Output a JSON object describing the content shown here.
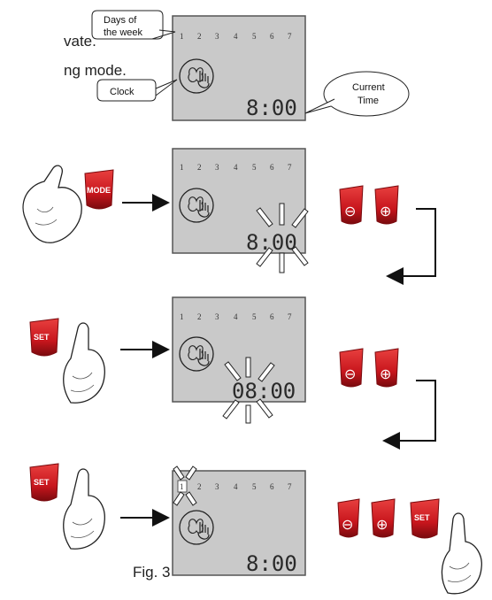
{
  "intro_text": {
    "line1": "vate.",
    "line2": "ng mode."
  },
  "callouts": {
    "days_line1": "Days of",
    "days_line2": "the week",
    "clock": "Clock",
    "current_line1": "Current",
    "current_line2": "Time"
  },
  "lcd": {
    "days": [
      "1",
      "2",
      "3",
      "4",
      "5",
      "6",
      "7"
    ],
    "time_8": "8:00",
    "time_08": "08:00"
  },
  "buttons": {
    "mode": "MODE",
    "set": "SET",
    "minus": "⊖",
    "plus": "⊕"
  },
  "figure_label": "Fig. 3",
  "colors": {
    "lcd_bg": "#c9c9c9",
    "lcd_border": "#555555",
    "button_red": "#c8161d",
    "button_dark": "#7a0a0e",
    "ink": "#222222"
  },
  "icons": [
    "hand-pointing-icon",
    "clock-hand-icon",
    "flash-ray-icon",
    "arrow-right-icon"
  ]
}
